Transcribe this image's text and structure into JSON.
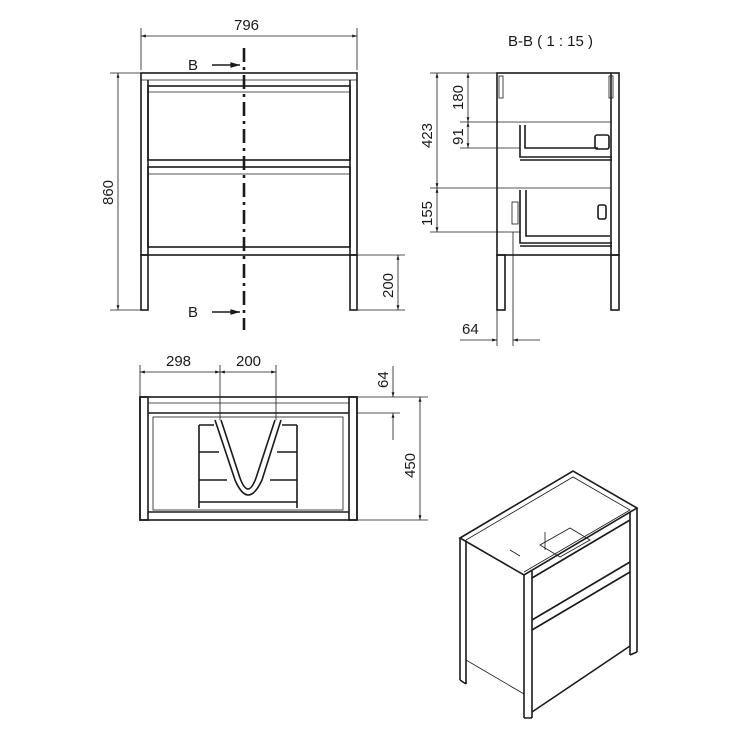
{
  "title": "B-B ( 1 : 15 )",
  "section_marks": [
    "B",
    "B"
  ],
  "front_view": {
    "width": "796",
    "height": "860",
    "leg_height": "200"
  },
  "section_view": {
    "overall_drawer_height": "423",
    "top_gap": "180",
    "drawer_depth": "91",
    "lower_offset": "155",
    "leg_offset": "64"
  },
  "plan_view": {
    "offset_left": "298",
    "cutout_width": "200",
    "back_offset": "64",
    "depth": "450"
  }
}
